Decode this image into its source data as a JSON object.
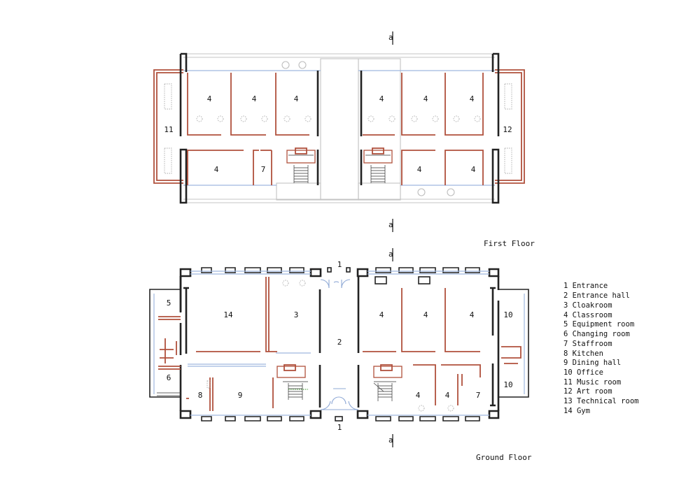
{
  "floors": {
    "first": {
      "caption": "First Floor"
    },
    "ground": {
      "caption": "Ground Floor"
    }
  },
  "section_marker": "a",
  "rooms": {
    "first": [
      {
        "id": "ff-r1",
        "label": "4"
      },
      {
        "id": "ff-r2",
        "label": "4"
      },
      {
        "id": "ff-r3",
        "label": "4"
      },
      {
        "id": "ff-r4",
        "label": "4"
      },
      {
        "id": "ff-r5",
        "label": "4"
      },
      {
        "id": "ff-r6",
        "label": "4"
      },
      {
        "id": "ff-r7",
        "label": "11"
      },
      {
        "id": "ff-r8",
        "label": "12"
      },
      {
        "id": "ff-r9",
        "label": "4"
      },
      {
        "id": "ff-r10",
        "label": "7"
      },
      {
        "id": "ff-r11",
        "label": "4"
      },
      {
        "id": "ff-r12",
        "label": "4"
      }
    ],
    "ground": [
      {
        "id": "gf-r1",
        "label": "1"
      },
      {
        "id": "gf-r2",
        "label": "5"
      },
      {
        "id": "gf-r3",
        "label": "14"
      },
      {
        "id": "gf-r4",
        "label": "3"
      },
      {
        "id": "gf-r5",
        "label": "4"
      },
      {
        "id": "gf-r6",
        "label": "4"
      },
      {
        "id": "gf-r7",
        "label": "4"
      },
      {
        "id": "gf-r8",
        "label": "10"
      },
      {
        "id": "gf-r9",
        "label": "2"
      },
      {
        "id": "gf-r10",
        "label": "6"
      },
      {
        "id": "gf-r11",
        "label": "8"
      },
      {
        "id": "gf-r12",
        "label": "9"
      },
      {
        "id": "gf-r13",
        "label": "4"
      },
      {
        "id": "gf-r14",
        "label": "4"
      },
      {
        "id": "gf-r15",
        "label": "7"
      },
      {
        "id": "gf-r16",
        "label": "10"
      },
      {
        "id": "gf-r17",
        "label": "1"
      }
    ]
  },
  "legend": [
    "1 Entrance",
    "2 Entrance hall",
    "3 Cloakroom",
    "4 Classroom",
    "5 Equipment room",
    "6 Changing room",
    "7 Staffroom",
    "8 Kitchen",
    "9 Dining hall",
    "10 Office",
    "11 Music room",
    "12 Art room",
    "13 Technical room",
    "14 Gym"
  ],
  "colors": {
    "wall": "#222222",
    "partition": "#b0503c",
    "window": "#9fb7df",
    "ghost": "#c4c4c4"
  }
}
